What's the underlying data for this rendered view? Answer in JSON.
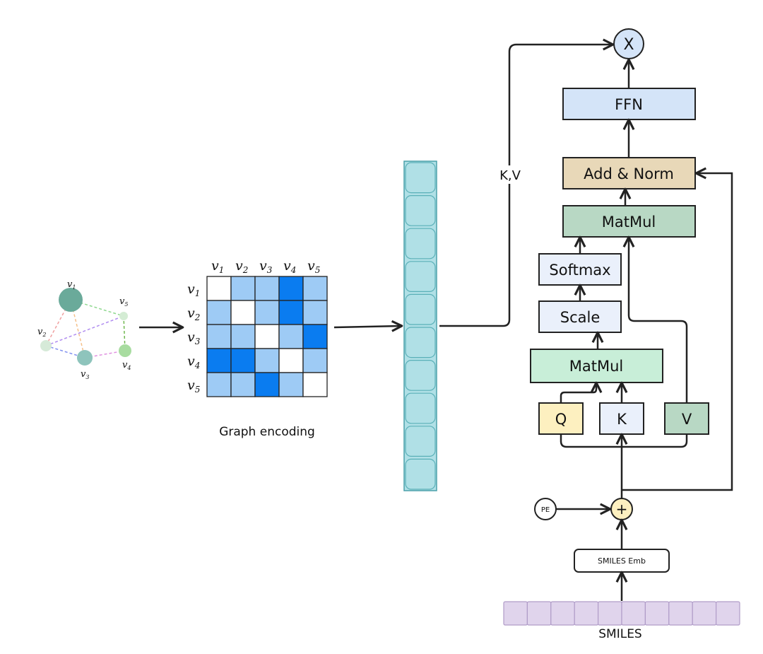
{
  "graph": {
    "nodes": [
      {
        "label": "v",
        "sub": "1"
      },
      {
        "label": "v",
        "sub": "2"
      },
      {
        "label": "v",
        "sub": "3"
      },
      {
        "label": "v",
        "sub": "4"
      },
      {
        "label": "v",
        "sub": "5"
      }
    ]
  },
  "matrix": {
    "labels": [
      "v1",
      "v2",
      "v3",
      "v4",
      "v5"
    ],
    "caption": "Graph encoding",
    "levels": [
      [
        0,
        1,
        1,
        2,
        1
      ],
      [
        1,
        0,
        1,
        2,
        1
      ],
      [
        1,
        1,
        0,
        1,
        2
      ],
      [
        2,
        2,
        1,
        0,
        1
      ],
      [
        1,
        1,
        2,
        1,
        0
      ]
    ],
    "colors": {
      "0": "#ffffff",
      "1": "#9ecbf5",
      "2": "#0a7cf0"
    }
  },
  "embedding": {
    "cells": 10,
    "color": "#b0e0e6"
  },
  "transformer": {
    "kv_label": "K,V",
    "output_label": "X",
    "ffn_label": "FFN",
    "addnorm_label": "Add & Norm",
    "matmul_top_label": "MatMul",
    "softmax_label": "Softmax",
    "scale_label": "Scale",
    "matmul_bottom_label": "MatMul",
    "q_label": "Q",
    "k_label": "K",
    "v_label": "V",
    "pe_label": "PE",
    "plus_label": "+",
    "smiles_emb_label": "SMILES Emb",
    "smiles_label": "SMILES",
    "smiles_tokens": 10
  },
  "colors": {
    "ffn": "#d4e4f8",
    "addnorm": "#e8d8b8",
    "matmul_top": "#b8d8c4",
    "softmax": "#eaf0fb",
    "scale": "#eaf0fb",
    "matmul_bottom": "#c8eed8",
    "q": "#fdf0c0",
    "k": "#eaf0fb",
    "v": "#b8d8c4",
    "output_circle": "#d4e4f8",
    "plus_circle": "#fdf0c0",
    "smiles_tokens": "#e0d4ec"
  }
}
